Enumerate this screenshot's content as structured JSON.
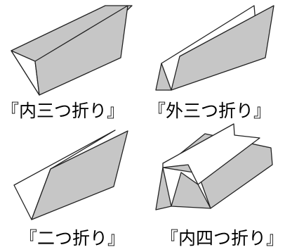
{
  "items": [
    {
      "label": "『内三つ折り』"
    },
    {
      "label": "『外三つ折り』"
    },
    {
      "label": "『二つ折り』"
    },
    {
      "label": "『内四つ折り』"
    }
  ],
  "colors": {
    "panel_gray": "#c6c6c6",
    "panel_white": "#ffffff",
    "stroke": "#222222"
  }
}
